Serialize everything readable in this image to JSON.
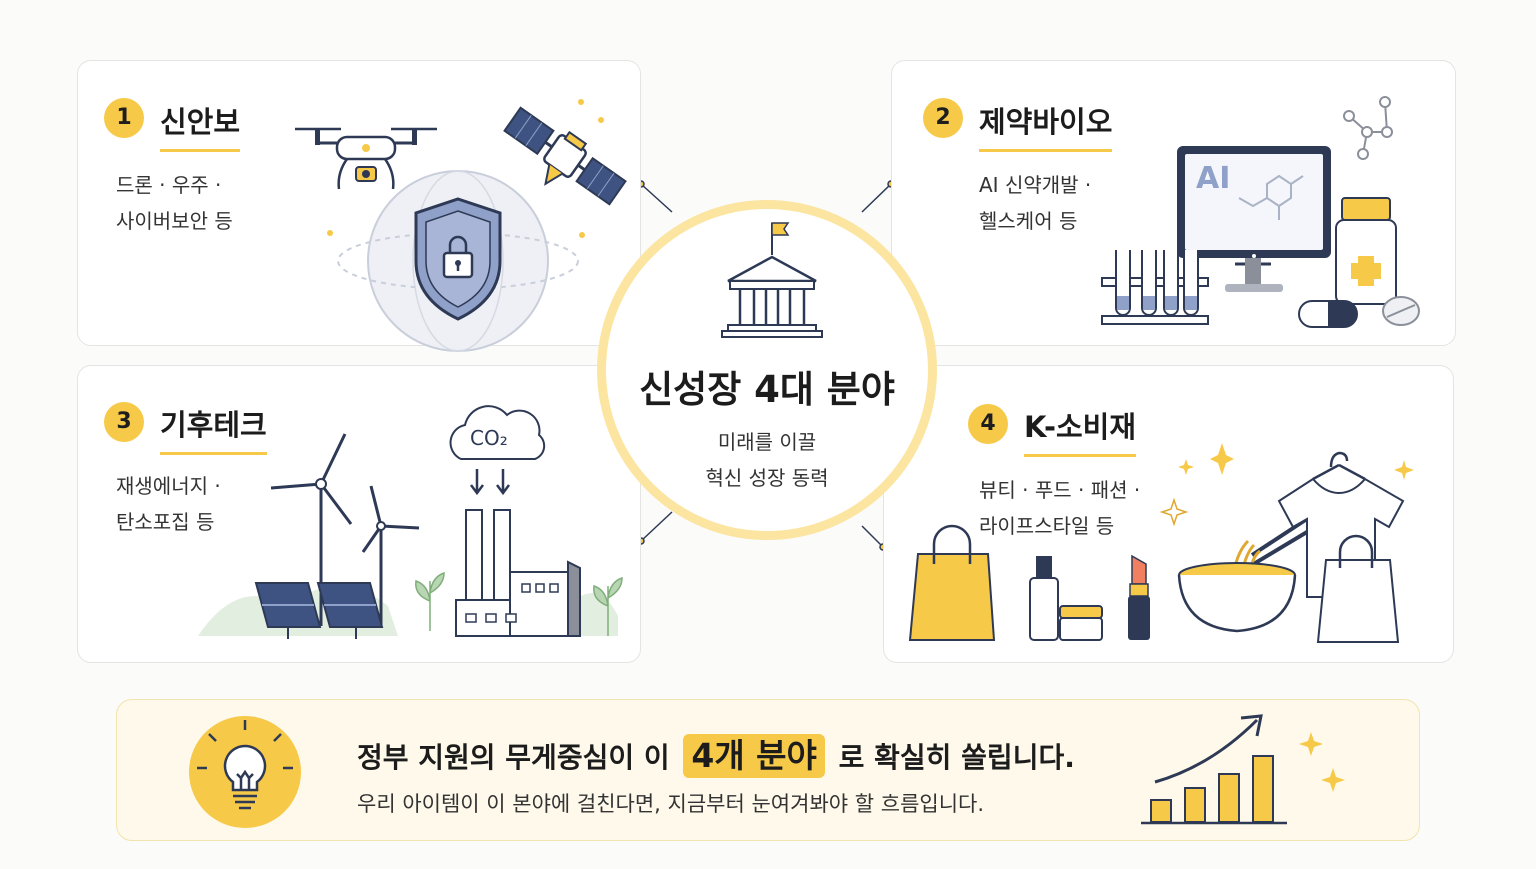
{
  "center": {
    "title": "신성장 4대 분야",
    "subtitle_lines": [
      "미래를 이끌",
      "혁신 성장 동력"
    ]
  },
  "cards": [
    {
      "number": "1",
      "title": "신안보",
      "desc_lines": [
        "드론 · 우주 ·",
        "사이버보안 등"
      ]
    },
    {
      "number": "2",
      "title": "제약바이오",
      "desc_lines": [
        "AI 신약개발 ·",
        "헬스케어 등"
      ],
      "monitor_text": "AI"
    },
    {
      "number": "3",
      "title": "기후테크",
      "desc_lines": [
        "재생에너지 ·",
        "탄소포집 등"
      ],
      "cloud_text": "CO₂"
    },
    {
      "number": "4",
      "title": "K-소비재",
      "desc_lines": [
        "뷰티 · 푸드 · 패션 ·",
        "라이프스타일 등"
      ]
    }
  ],
  "banner": {
    "line1_before": "정부 지원의 무게중심이 이",
    "line1_highlight": "4개 분야",
    "line1_after": "로 확실히 쏠립니다.",
    "line2": "우리 아이템이 이 본야에 걸친다면, 지금부터 눈여겨봐야 할 흐름입니다."
  },
  "colors": {
    "accent": "#f7c948",
    "ring": "#fbe5a0",
    "navy": "#2e3a55",
    "steel": "#8fa0c9"
  },
  "icons": [
    "drone-icon",
    "satellite-icon",
    "shield-lock-icon",
    "monitor-ai-icon",
    "molecule-icon",
    "test-tubes-icon",
    "medicine-bottle-icon",
    "pills-icon",
    "wind-turbine-icon",
    "solar-panel-icon",
    "factory-icon",
    "co2-cloud-icon",
    "shopping-bag-icon",
    "cosmetics-icon",
    "lipstick-icon",
    "noodle-bowl-icon",
    "tshirt-icon",
    "sparkle-icon",
    "lightbulb-icon",
    "growth-chart-icon",
    "government-building-icon"
  ]
}
